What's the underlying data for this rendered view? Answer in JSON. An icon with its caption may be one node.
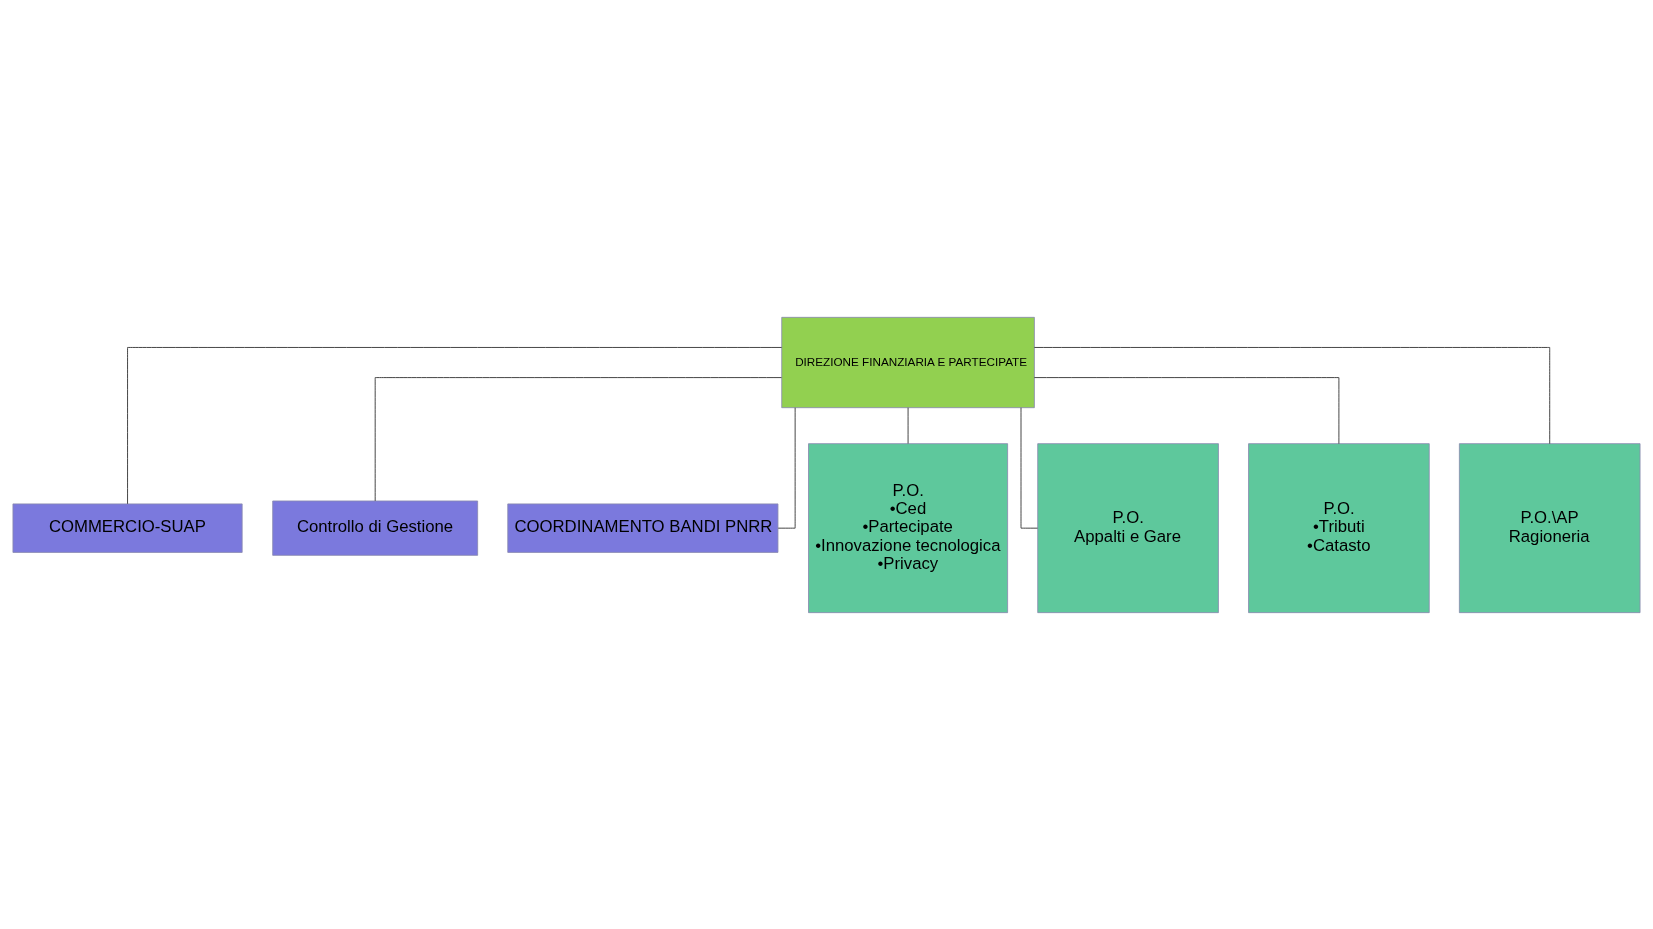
{
  "diagram": {
    "nodes": [
      {
        "text": [
          "DIREZIONE FINANZIARIA E PARTECIPATE"
        ]
      },
      {
        "text": [
          "COMMERCIO-SUAP"
        ]
      },
      {
        "text": [
          "Controllo di Gestione"
        ]
      },
      {
        "text": [
          "COORDINAMENTO BANDI PNRR"
        ]
      },
      {
        "text": [
          "P.O.",
          "•Ced",
          "•Partecipate",
          "•Innovazione tecnologica",
          "•Privacy"
        ]
      },
      {
        "text": [
          "P.O.",
          "Appalti e Gare"
        ]
      },
      {
        "text": [
          "P.O.",
          "•Tributi",
          "•Catasto"
        ]
      },
      {
        "text": [
          "P.O.\\AP",
          "Ragioneria"
        ]
      }
    ],
    "edges": [
      {
        "from": 0,
        "to": 1,
        "arrow": "none"
      },
      {
        "from": 0,
        "to": 2,
        "arrow": "none"
      },
      {
        "from": 0,
        "to": 3,
        "arrow": "none"
      },
      {
        "from": 0,
        "to": 4,
        "arrow": "none"
      },
      {
        "from": 0,
        "to": 5,
        "arrow": "none"
      },
      {
        "from": 0,
        "to": 6,
        "arrow": "none"
      },
      {
        "from": 0,
        "to": 7,
        "arrow": "none"
      }
    ]
  }
}
